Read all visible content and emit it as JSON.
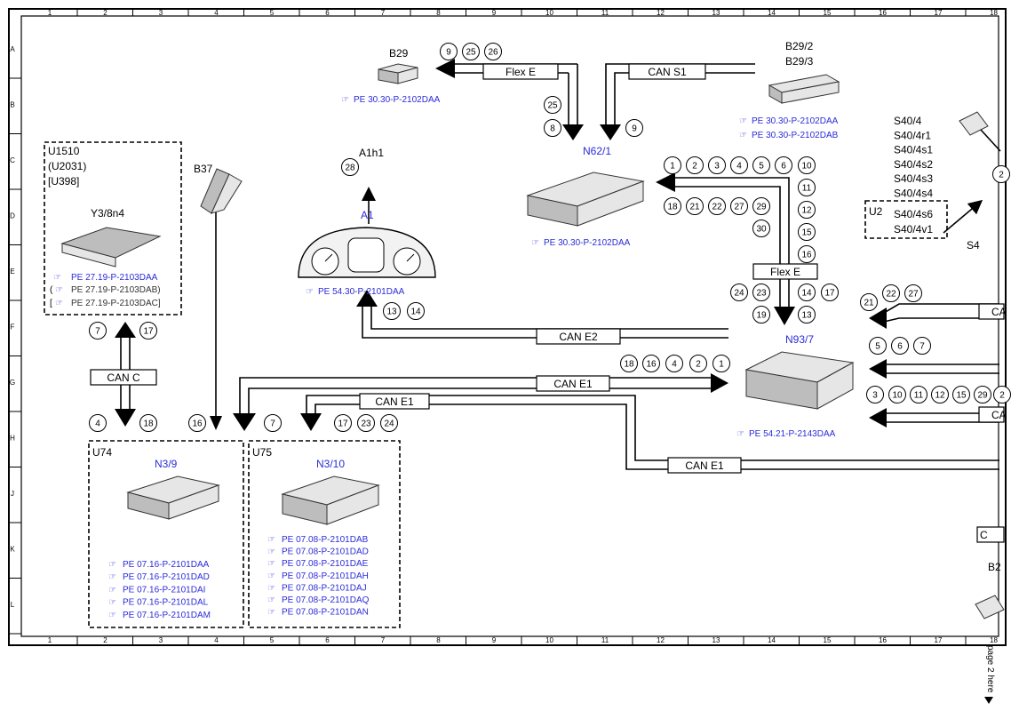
{
  "grid": {
    "columns": [
      "1",
      "2",
      "3",
      "4",
      "5",
      "6",
      "7",
      "8",
      "9",
      "10",
      "11",
      "12",
      "13",
      "14",
      "15",
      "16",
      "17",
      "18"
    ],
    "rows": [
      "A",
      "B",
      "C",
      "D",
      "E",
      "F",
      "G",
      "H",
      "J",
      "K",
      "L"
    ]
  },
  "side_note": "page 2 here",
  "components": {
    "b29": {
      "code": "B29",
      "ref": "PE 30.30-P-2102DAA"
    },
    "b29_2": {
      "code1": "B29/2",
      "code2": "B29/3",
      "ref1": "PE 30.30-P-2102DAA",
      "ref2": "PE 30.30-P-2102DAB"
    },
    "n62_1": {
      "code": "N62/1",
      "ref": "PE 30.30-P-2102DAA"
    },
    "a1": {
      "code": "A1",
      "lamp": "A1h1",
      "ref": "PE 54.30-P-2101DAA"
    },
    "n93_7": {
      "code": "N93/7",
      "ref": "PE 54.21-P-2143DAA"
    },
    "u1510": {
      "l1": "U1510",
      "l2": "(U2031)",
      "l3": "[U398]",
      "module": "Y3/8n4",
      "ref1": "PE 27.19-P-2103DAA",
      "ref2": "PE 27.19-P-2103DAB)",
      "ref3": "PE 27.19-P-2103DAC]",
      "pre2": "(",
      "pre3": "["
    },
    "b37": {
      "code": "B37"
    },
    "u74": {
      "variant": "U74",
      "code": "N3/9",
      "refs": [
        "PE 07.16-P-2101DAA",
        "PE 07.16-P-2101DAD",
        "PE 07.16-P-2101DAI",
        "PE 07.16-P-2101DAL",
        "PE 07.16-P-2101DAM"
      ]
    },
    "u75": {
      "variant": "U75",
      "code": "N3/10",
      "refs": [
        "PE 07.08-P-2101DAB",
        "PE 07.08-P-2101DAD",
        "PE 07.08-P-2101DAE",
        "PE 07.08-P-2101DAH",
        "PE 07.08-P-2101DAJ",
        "PE 07.08-P-2101DAQ",
        "PE 07.08-P-2101DAN"
      ]
    },
    "s40": {
      "labels": [
        "S40/4",
        "S40/4r1",
        "S40/4s1",
        "S40/4s2",
        "S40/4s3",
        "S40/4s4"
      ],
      "u2": "U2",
      "u2_labels": [
        "S40/4s6",
        "S40/4v1"
      ],
      "s4": "S4"
    },
    "right_edge": {
      "b2": "B2",
      "ca": "CA",
      "c": "C"
    }
  },
  "buses": {
    "flex_e_top": "Flex E",
    "can_s1": "CAN S1",
    "flex_e_mid": "Flex E",
    "can_e2": "CAN E2",
    "can_e1_a": "CAN E1",
    "can_e1_b": "CAN E1",
    "can_e1_c": "CAN E1",
    "can_c": "CAN C"
  },
  "notes": {
    "n9": "9",
    "n25": "25",
    "n26": "26",
    "n25b": "25",
    "n8": "8",
    "n9b": "9",
    "n28": "28",
    "n13": "13",
    "n14": "14",
    "n1": "1",
    "n2": "2",
    "n3": "3",
    "n4": "4",
    "n5": "5",
    "n6": "6",
    "n10": "10",
    "n11": "11",
    "n12": "12",
    "n15": "15",
    "n16": "16",
    "n18": "18",
    "n21": "21",
    "n22": "22",
    "n27": "27",
    "n29": "29",
    "n30": "30",
    "m24": "24",
    "m23": "23",
    "m19": "19",
    "m14": "14",
    "m17": "17",
    "m13": "13",
    "r18": "18",
    "r16": "16",
    "r4": "4",
    "r2": "2",
    "r1": "1",
    "e17": "17",
    "e23": "23",
    "e24": "24",
    "c7": "7",
    "c17": "17",
    "c4": "4",
    "c18": "18",
    "b16": "16",
    "b7": "7",
    "s21": "21",
    "s22": "22",
    "s27": "27",
    "s5": "5",
    "s6": "6",
    "s7": "7",
    "s3": "3",
    "s10": "10",
    "s11": "11",
    "s12": "12",
    "s15": "15",
    "s29": "29",
    "s2x": "2",
    "s23": "2"
  }
}
